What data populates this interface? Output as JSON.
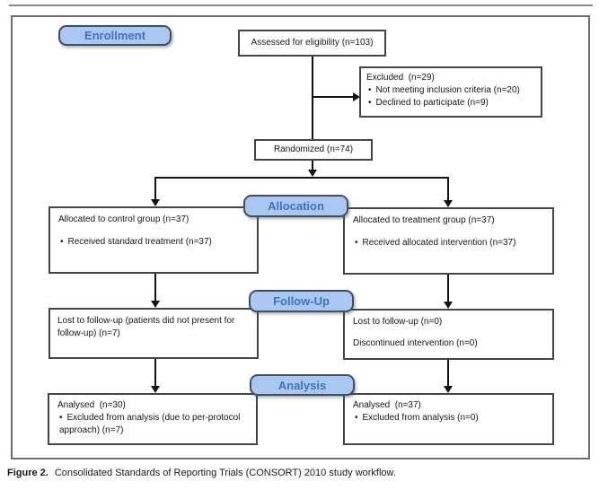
{
  "figure": {
    "caption_label": "Figure 2.",
    "caption_text": "Consolidated Standards of Reporting Trials (CONSORT) 2010 study workflow."
  },
  "glyphs": {
    "bullet": "•"
  },
  "colors": {
    "stage_fill": "#a9c7f1",
    "stage_border": "#3e4f63",
    "stage_text": "#3f73c0",
    "box_border": "#454545",
    "line_color": "#141414",
    "frame_border": "#6e6e6e",
    "rule_color": "#8a8a8a"
  },
  "stages": {
    "enrollment": "Enrollment",
    "allocation": "Allocation",
    "follow_up": "Follow-Up",
    "analysis": "Analysis"
  },
  "boxes": {
    "assessed": {
      "text": "Assessed for eligibility (n=103)"
    },
    "excluded": {
      "title": "Excluded  (n=29)",
      "items": [
        "Not meeting inclusion criteria (n=20)",
        "Declined to participate (n=9)"
      ]
    },
    "randomized": {
      "text": "Randomized (n=74)"
    },
    "allocation_control": {
      "title": "Allocated to control group (n=37)",
      "items": [
        "Received standard treatment (n=37)"
      ]
    },
    "allocation_treatment": {
      "title": "Allocated to treatment group (n=37)",
      "items": [
        "Received allocated intervention (n=37)"
      ]
    },
    "follow_up_control": {
      "lines": [
        "Lost to follow-up (patients did not present for follow-up) (n=7)"
      ]
    },
    "follow_up_treatment": {
      "lines": [
        "Lost to follow-up (n=0)",
        "Discontinued intervention (n=0)"
      ]
    },
    "analysis_control": {
      "title": "Analysed  (n=30)",
      "items": [
        "Excluded from analysis (due to per-protocol approach) (n=7)"
      ]
    },
    "analysis_treatment": {
      "title": "Analysed  (n=37)",
      "items": [
        "Excluded from analysis (n=0)"
      ]
    }
  }
}
